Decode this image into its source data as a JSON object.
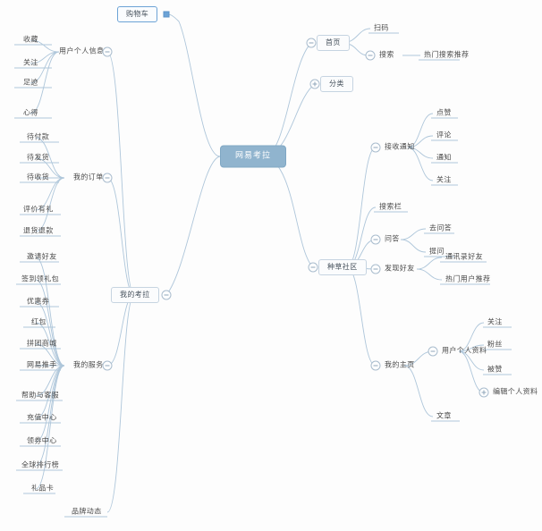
{
  "diagram": {
    "type": "mindmap",
    "title": "网易考拉",
    "colors": {
      "root_fill": "#90b4ce",
      "root_text": "#ffffff",
      "line": "#aec6da",
      "node_text": "#4a4a4a",
      "box_border": "#c6d4e1",
      "selected_border": "#6ca3d6",
      "background": "#fdfdfd"
    }
  },
  "nodes": {
    "root": "网易考拉",
    "cart": "购物车",
    "home": "首页",
    "home_scan": "扫码",
    "home_search": "搜索",
    "home_search_hot": "热门搜索推荐",
    "category": "分类",
    "community": "种草社区",
    "community_notify": "接收通知",
    "notify_like": "点赞",
    "notify_comment": "评论",
    "notify_notice": "通知",
    "notify_follow": "关注",
    "community_searchbar": "搜索栏",
    "community_qa": "问答",
    "qa_go": "去问答",
    "qa_ask": "提问",
    "community_find_friends": "发现好友",
    "friends_contacts": "通讯录好友",
    "friends_hot_users": "热门用户推荐",
    "community_myhome": "我的主页",
    "myhome_profile": "用户个人资料",
    "profile_follow": "关注",
    "profile_fans": "粉丝",
    "profile_liked": "被赞",
    "profile_edit": "编辑个人资料",
    "myhome_article": "文章",
    "mykaola": "我的考拉",
    "user_info": "用户个人信息",
    "user_fav": "收藏",
    "user_follow": "关注",
    "user_footprint": "足迹",
    "user_notes": "心得",
    "my_orders": "我的订单",
    "order_unpaid": "待付款",
    "order_unshipped": "待发货",
    "order_unreceived": "待收货",
    "order_review": "评价有礼",
    "order_refund": "退货退款",
    "my_services": "我的服务",
    "svc_invite": "邀请好友",
    "svc_signin": "签到领礼包",
    "svc_coupon": "优惠券",
    "svc_redpacket": "红包",
    "svc_groupmall": "拼团商城",
    "svc_pusher": "网易推手",
    "svc_help": "帮助与客服",
    "svc_recharge": "充值中心",
    "svc_coupon_center": "领券中心",
    "svc_global_rank": "全球排行榜",
    "svc_giftcard": "礼品卡",
    "brand_news": "品牌动态"
  },
  "toggles": {
    "home": "minus",
    "category": "plus",
    "community": "minus",
    "community_notify": "minus",
    "community_qa": "minus",
    "community_find_friends": "minus",
    "community_myhome": "minus",
    "myhome_profile": "minus",
    "profile_edit": "plus",
    "mykaola": "minus",
    "user_info": "minus",
    "my_orders": "minus",
    "my_services": "minus"
  },
  "selection": {
    "selected_node": "购物车"
  }
}
